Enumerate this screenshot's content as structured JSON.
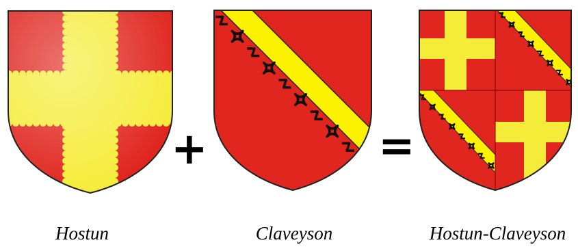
{
  "operators": {
    "plus": "+",
    "equals": "="
  },
  "captions": {
    "hostun": "Hostun",
    "claveyson": "Claveyson",
    "combined": "Hostun-Claveyson"
  },
  "colors": {
    "field_red": "#e0261f",
    "cross_yellow": "#f5ec3a",
    "bend_yellow": "#fbf100",
    "chain_black": "#111111",
    "outline": "#222222"
  },
  "shields": [
    {
      "name": "Hostun",
      "charge": "cross-engrailed",
      "tinctures": [
        "red",
        "yellow"
      ]
    },
    {
      "name": "Claveyson",
      "charge": "bend-with-chain",
      "tinctures": [
        "red",
        "yellow",
        "black"
      ]
    },
    {
      "name": "Hostun-Claveyson",
      "charge": "quarterly",
      "tinctures": [
        "red",
        "yellow",
        "black"
      ]
    }
  ]
}
